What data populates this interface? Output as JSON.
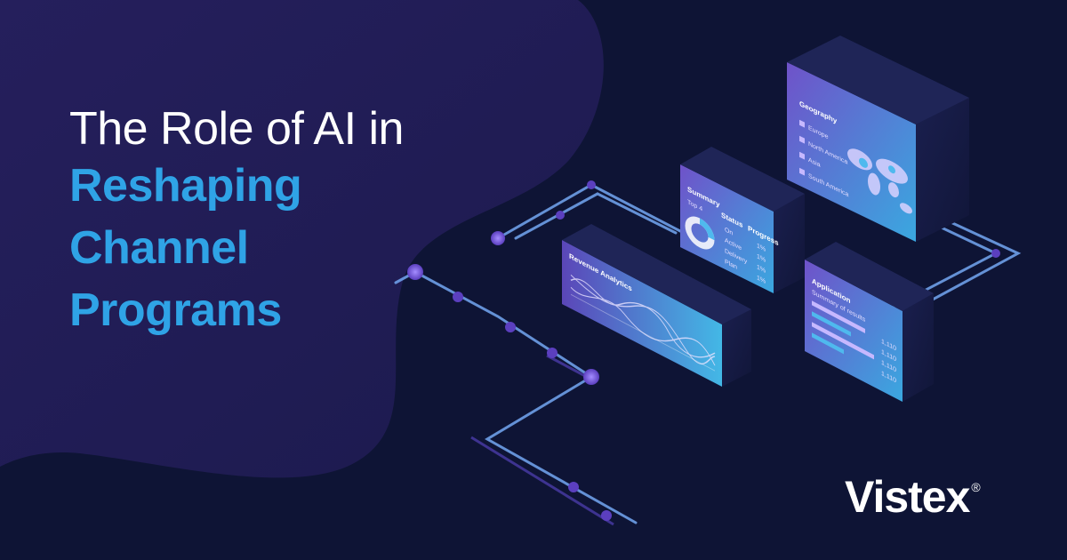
{
  "headline": {
    "line1": "The Role of AI in",
    "line2": "Reshaping",
    "line3": "Channel",
    "line4": "Programs"
  },
  "brand": {
    "name": "Vistex",
    "registered_mark": "®"
  },
  "colors": {
    "background": "#0e1435",
    "blob": "#221d55",
    "accent": "#2fa3e6",
    "headline_white": "#ffffff",
    "panel_purple": "#7d6ad6",
    "connector_line": "#6e9fe8"
  },
  "panels": {
    "geography": {
      "title": "Geography",
      "rows": [
        "Europe",
        "North America",
        "Asia",
        "South America"
      ]
    },
    "summary": {
      "title": "Summary",
      "subtitle": "Top 4",
      "status_header": "Status",
      "progress_header": "Progress",
      "rows": [
        "On",
        "Active",
        "Delivery",
        "Plan"
      ],
      "values": [
        "1%",
        "1%",
        "1%",
        "1%"
      ]
    },
    "chart": {
      "title": "Revenue Analytics"
    },
    "application": {
      "title": "Application",
      "subtitle": "Summary of results",
      "rows": [
        "1,110",
        "1,110",
        "1,110",
        "1,110"
      ]
    }
  },
  "icons": [
    "network-node-icon",
    "registered-mark-icon"
  ]
}
